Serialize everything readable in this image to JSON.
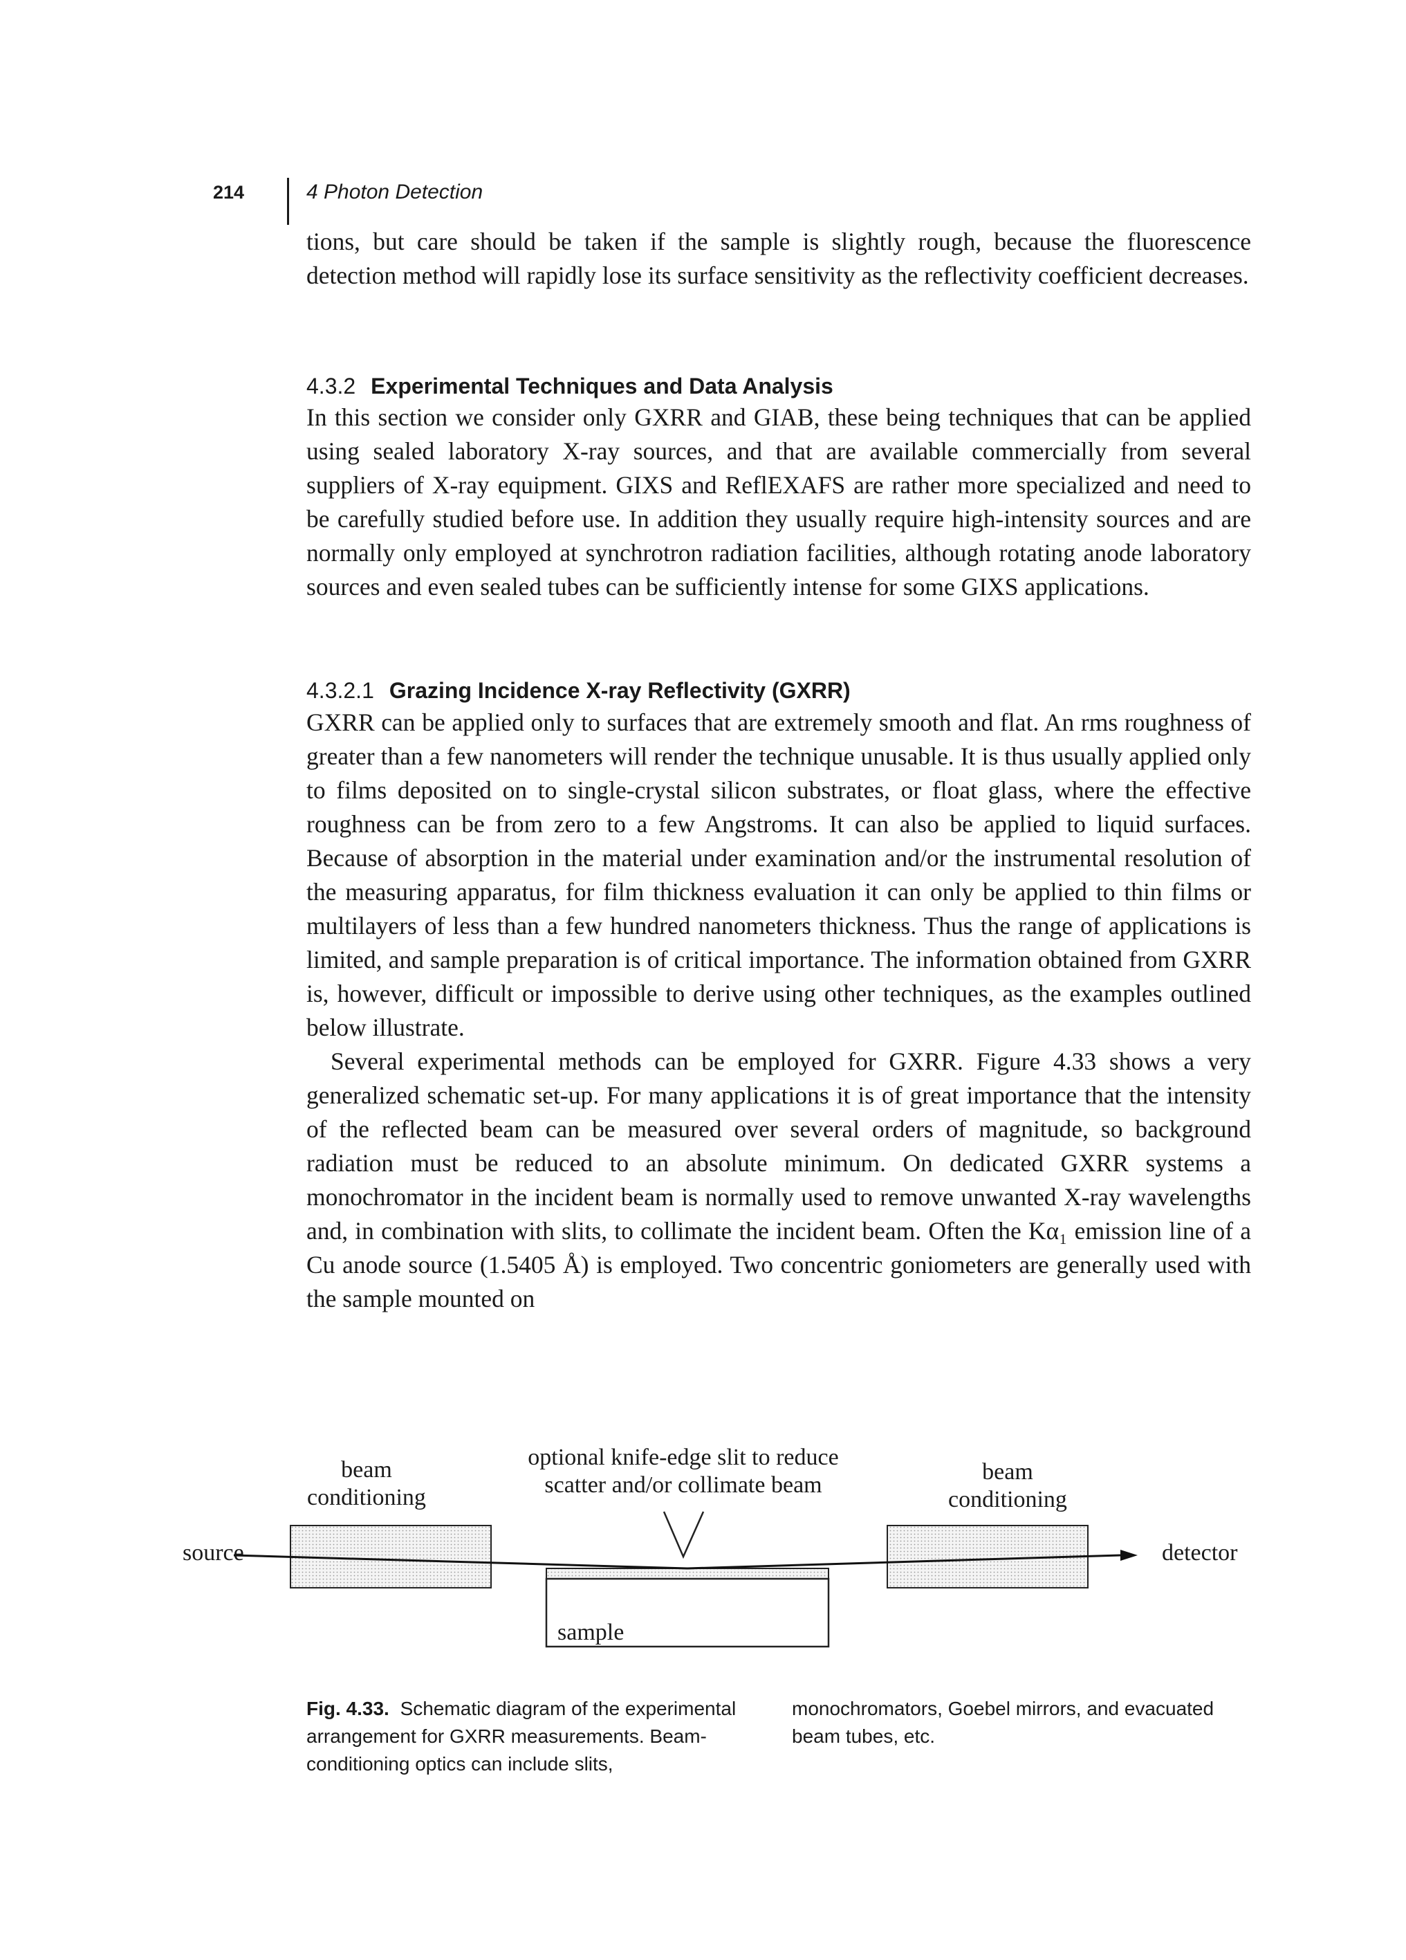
{
  "header": {
    "page_number": "214",
    "running_head": "4 Photon Detection"
  },
  "intro_paragraph": "tions, but care should be taken if the sample is slightly rough, because the fluorescence detection method will rapidly lose its surface sensitivity as the reflectivity coefficient decreases.",
  "section": {
    "number": "4.3.2",
    "title": "Experimental Techniques and Data Analysis",
    "paragraph": "In this section we consider only GXRR and GIAB, these being techniques that can be applied using sealed laboratory X-ray sources, and that are available commercially from several suppliers of X-ray equipment. GIXS and ReflEXAFS are rather more specialized and need to be carefully studied before use. In addition they usually require high-intensity sources and are normally only employed at synchrotron radiation facilities, although rotating anode laboratory sources and even sealed tubes can be sufficiently intense for some GIXS applications."
  },
  "subsection": {
    "number": "4.3.2.1",
    "title": "Grazing Incidence X-ray Reflectivity (GXRR)",
    "paragraph1": "GXRR can be applied only to surfaces that are extremely smooth and flat. An rms roughness of greater than a few nanometers will render the technique unusable. It is thus usually applied only to films deposited on to single-crystal silicon substrates, or float glass, where the effective roughness can be from zero to a few Angstroms. It can also be applied to liquid surfaces. Because of absorption in the material under examination and/or the instrumental resolution of the measuring apparatus, for film thickness evaluation it can only be applied to thin films or multilayers of less than a few hundred nanometers thickness. Thus the range of applications is limited, and sample preparation is of critical importance. The information obtained from GXRR is, however, difficult or impossible to derive using other techniques, as the examples outlined below illustrate.",
    "paragraph2": "Several experimental methods can be employed for GXRR. Figure 4.33 shows a very generalized schematic set-up. For many applications it is of great importance that the intensity of the reflected beam can be measured over several orders of magnitude, so background radiation must be reduced to an absolute minimum. On dedicated GXRR systems a monochromator in the incident beam is normally used to remove unwanted X-ray wavelengths and, in combination with slits, to collimate the incident beam. Often the Kα₁ emission line of a Cu anode source (1.5405 Å) is employed. Two concentric goniometers are generally used with the sample mounted on"
  },
  "figure": {
    "label_source": "source",
    "label_detector": "detector",
    "label_beam_conditioning_left": [
      "beam",
      "conditioning"
    ],
    "label_beam_conditioning_right": [
      "beam",
      "conditioning"
    ],
    "label_slit": [
      "optional knife-edge slit to reduce",
      "scatter and/or collimate beam"
    ],
    "label_sample": "sample"
  },
  "caption": {
    "label": "Fig. 4.33.",
    "text_col1": "Schematic diagram of the experimental arrangement for GXRR measurements. Beam-conditioning optics can include slits,",
    "text_col2": "monochromators, Goebel mirrors, and evacuated beam tubes, etc."
  }
}
